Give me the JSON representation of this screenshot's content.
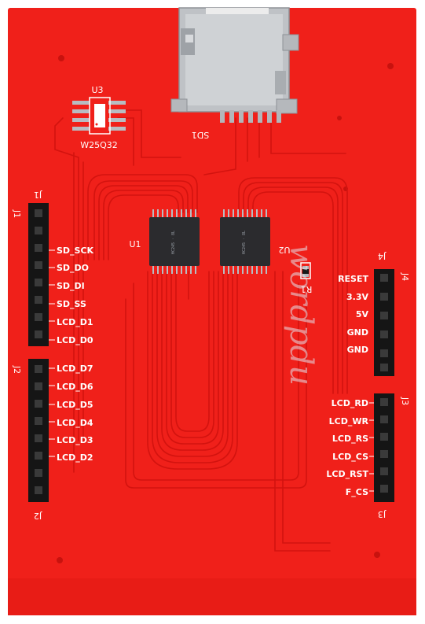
{
  "board": {
    "colors": {
      "board": "#f0201a",
      "board_shadow": "#c8120e",
      "trace": "#d3130f",
      "silkscreen": "#ffffff",
      "chip": "#2b2b2e",
      "pin": "#b8bcc2",
      "header": "#151515",
      "pad": "#b3b6ba"
    },
    "watermark": "wordpdu",
    "sd_slot": {
      "ref": "SD1"
    },
    "flash": {
      "ref": "U3",
      "part": "W25Q32"
    },
    "resistor": {
      "ref": "R1"
    },
    "ics": [
      {
        "ref": "U1",
        "marking": "HC245 · 8L"
      },
      {
        "ref": "U2",
        "marking": "HC245 · 8L"
      }
    ],
    "headers": [
      {
        "ref_top": "J1",
        "ref_side": "J1",
        "pins": [
          "SD_SCK",
          "SD_DO",
          "SD_DI",
          "SD_SS",
          "LCD_D1",
          "LCD_D0"
        ]
      },
      {
        "ref_top": "J2",
        "ref_bottom": "J2",
        "pins": [
          "LCD_D7",
          "LCD_D6",
          "LCD_D5",
          "LCD_D4",
          "LCD_D3",
          "LCD_D2"
        ]
      },
      {
        "ref_top": "J4",
        "ref_side": "J4",
        "pins": [
          "RESET",
          "3.3V",
          "5V",
          "GND",
          "GND"
        ]
      },
      {
        "ref_top": "J3",
        "ref_bottom": "J3",
        "pins": [
          "LCD_RD",
          "LCD_WR",
          "LCD_RS",
          "LCD_CS",
          "LCD_RST",
          "F_CS"
        ]
      }
    ]
  }
}
